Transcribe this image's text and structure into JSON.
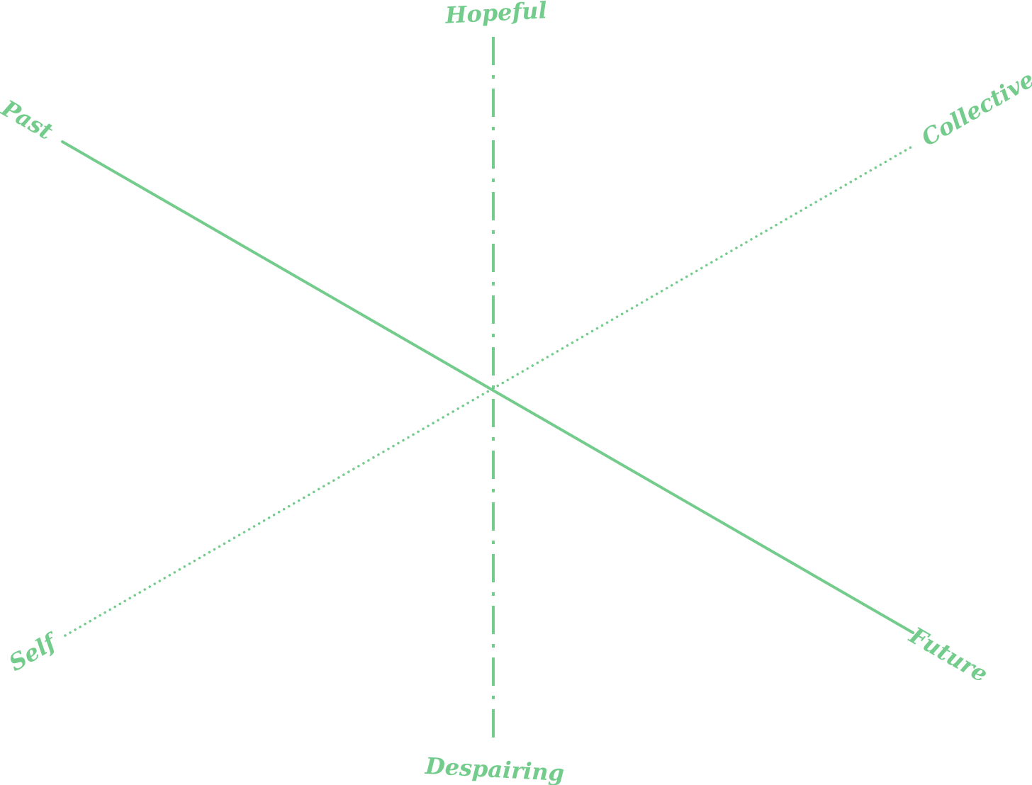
{
  "diagram": {
    "color": "#74cc8c",
    "background": "#ffffff",
    "axes": [
      {
        "id": "time",
        "line_style": "solid",
        "start_label": "Past",
        "end_label": "Future"
      },
      {
        "id": "scope",
        "line_style": "dotted",
        "start_label": "Self",
        "end_label": "Collective"
      },
      {
        "id": "outlook",
        "line_style": "dash-dot",
        "start_label": "Despairing",
        "end_label": "Hopeful"
      }
    ]
  }
}
